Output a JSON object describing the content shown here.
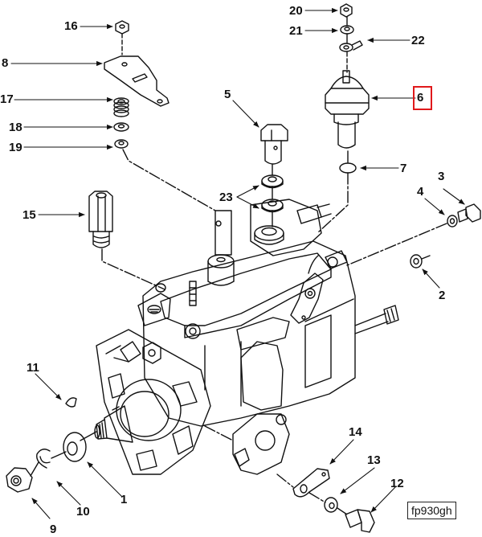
{
  "figure": {
    "id_label": "fp930gh",
    "subject": "Fuel injection pump exploded view",
    "highlight_color": "#e0191b",
    "highlighted_callout": "6"
  },
  "callouts": [
    {
      "number": "1",
      "part": "washer"
    },
    {
      "number": "2",
      "part": "sealing washer"
    },
    {
      "number": "3",
      "part": "banjo bolt"
    },
    {
      "number": "4",
      "part": "sealing washer"
    },
    {
      "number": "5",
      "part": "banjo bolt"
    },
    {
      "number": "6",
      "part": "fuel shut-off solenoid"
    },
    {
      "number": "7",
      "part": "o-ring"
    },
    {
      "number": "8",
      "part": "bracket"
    },
    {
      "number": "9",
      "part": "nut"
    },
    {
      "number": "10",
      "part": "lock washer"
    },
    {
      "number": "11",
      "part": "woodruff key"
    },
    {
      "number": "12",
      "part": "bolt"
    },
    {
      "number": "13",
      "part": "washer"
    },
    {
      "number": "14",
      "part": "bracket"
    },
    {
      "number": "15",
      "part": "fitting"
    },
    {
      "number": "16",
      "part": "nut"
    },
    {
      "number": "17",
      "part": "spring"
    },
    {
      "number": "18",
      "part": "washer"
    },
    {
      "number": "19",
      "part": "lock washer"
    },
    {
      "number": "20",
      "part": "nut"
    },
    {
      "number": "21",
      "part": "lock washer"
    },
    {
      "number": "22",
      "part": "wire terminal"
    },
    {
      "number": "23",
      "part": "sealing washers"
    }
  ]
}
